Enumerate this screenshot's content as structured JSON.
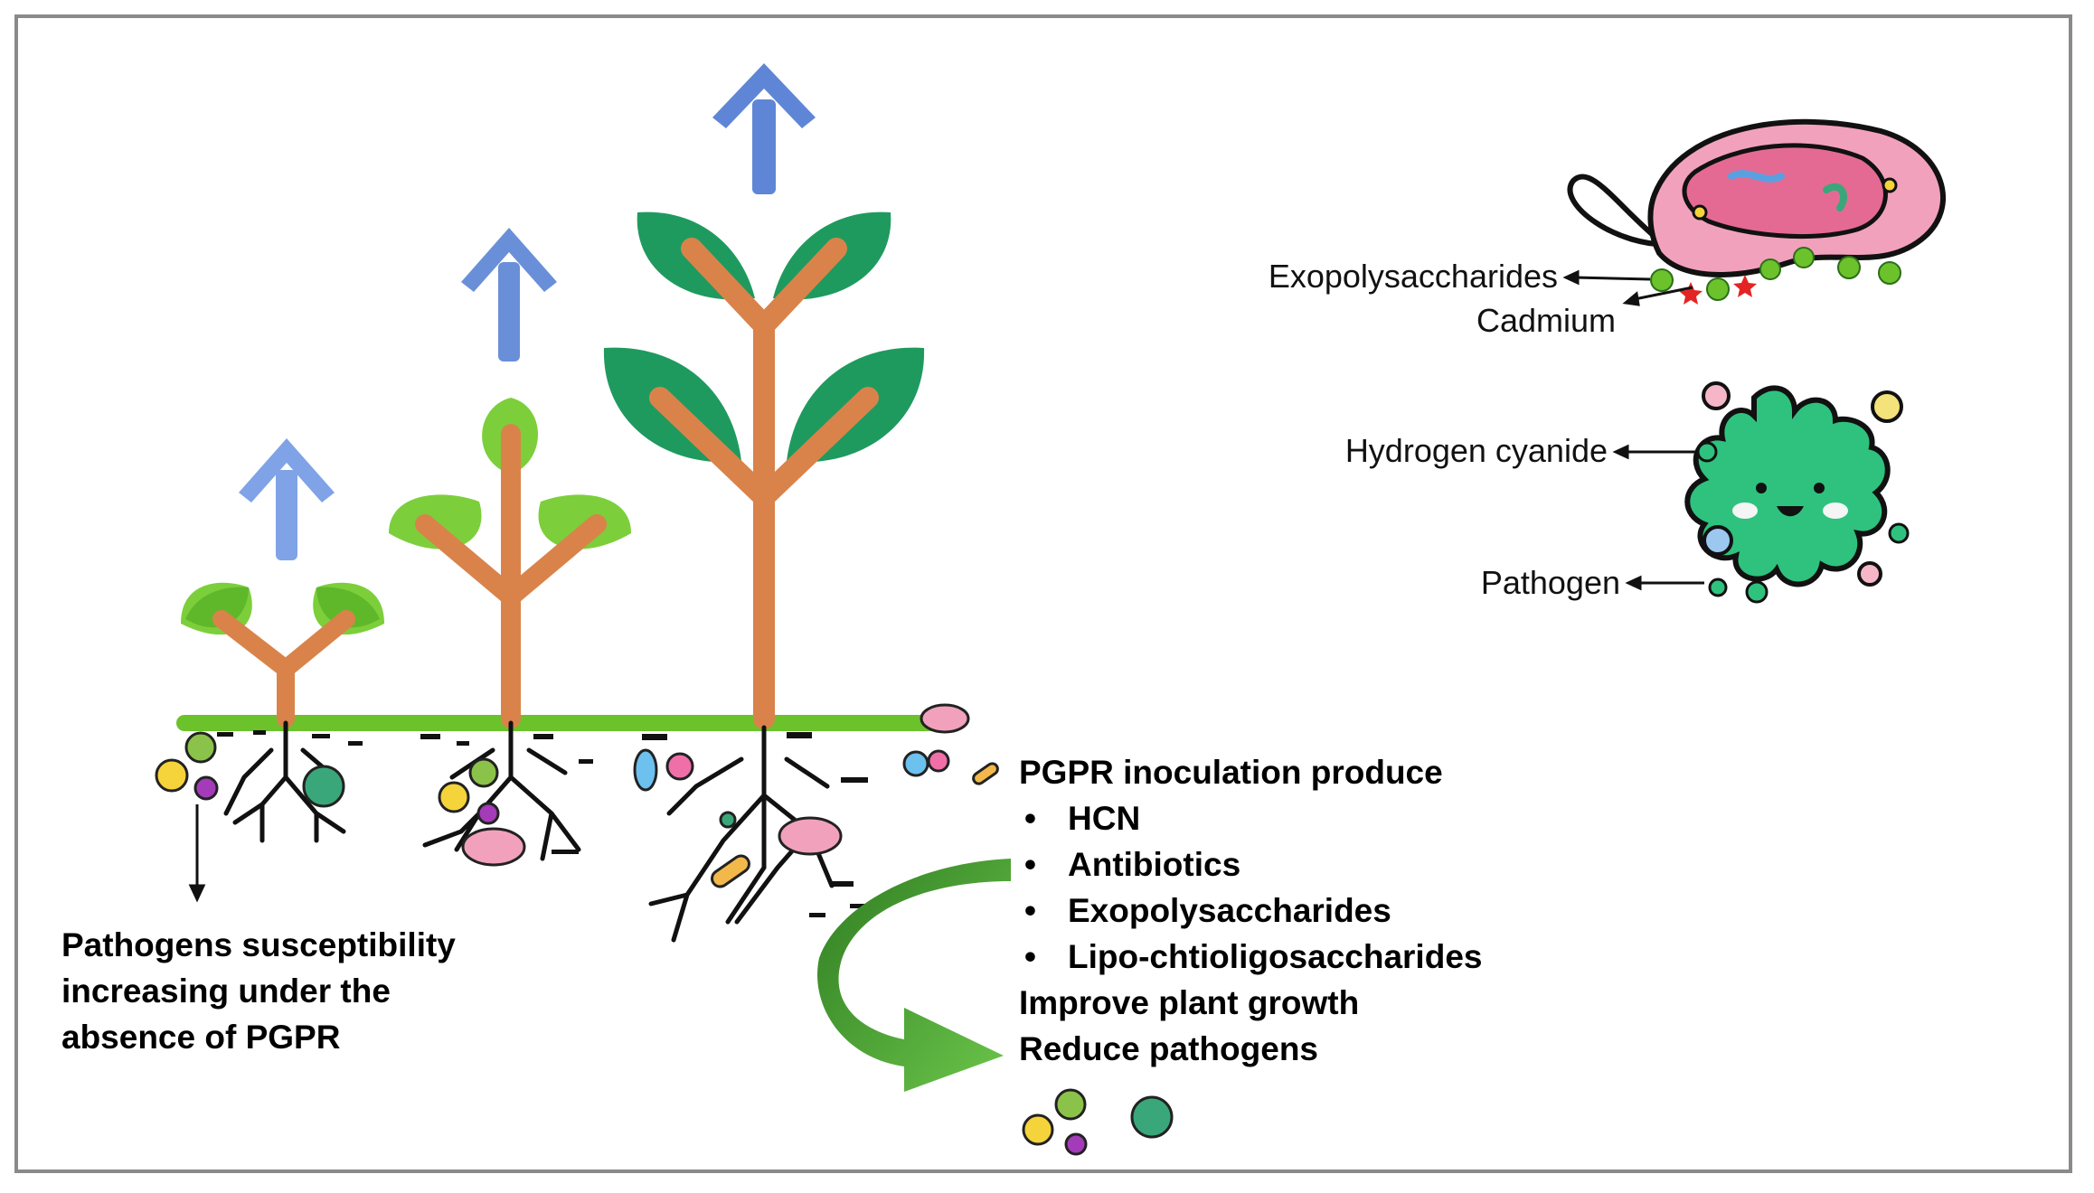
{
  "labels": {
    "exopolysaccharides": "Exopolysaccharides",
    "cadmium": "Cadmium",
    "hydrogen_cyanide": "Hydrogen cyanide",
    "pathogen": "Pathogen"
  },
  "left_caption": {
    "line1": "Pathogens susceptibility",
    "line2": "increasing under the",
    "line3": "absence of PGPR"
  },
  "pgpr": {
    "heading": "PGPR inoculation produce",
    "bullets": [
      "HCN",
      "Antibiotics",
      "Exopolysaccharides",
      "Lipo-chtioligosaccharides"
    ],
    "outcome1": "Improve plant growth",
    "outcome2": "Reduce pathogens"
  },
  "colors": {
    "arrow_up": "#6a8fd9",
    "stem": "#d9834a",
    "leaf_light": "#7ccf3a",
    "leaf_dark": "#1f9a5f",
    "soil_line": "#6cc22b",
    "bacterium_pink": "#f2a1bc",
    "pathogen_green": "#2ec27e",
    "curved_arrow": "#3f9a2e"
  }
}
